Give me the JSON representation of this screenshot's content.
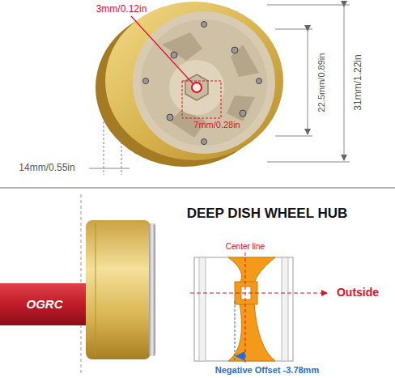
{
  "diagram": {
    "title": "DEEP DISH WHEEL HUB",
    "labels": [
      "3mm/0.12in",
      "7mm/0.28in",
      "22.5mm/0.89in",
      "31mm/1.22in",
      "14mm/0.55in",
      "OGRC",
      "Center line",
      "Outside",
      "Negative Offset -3.78mm"
    ]
  }
}
